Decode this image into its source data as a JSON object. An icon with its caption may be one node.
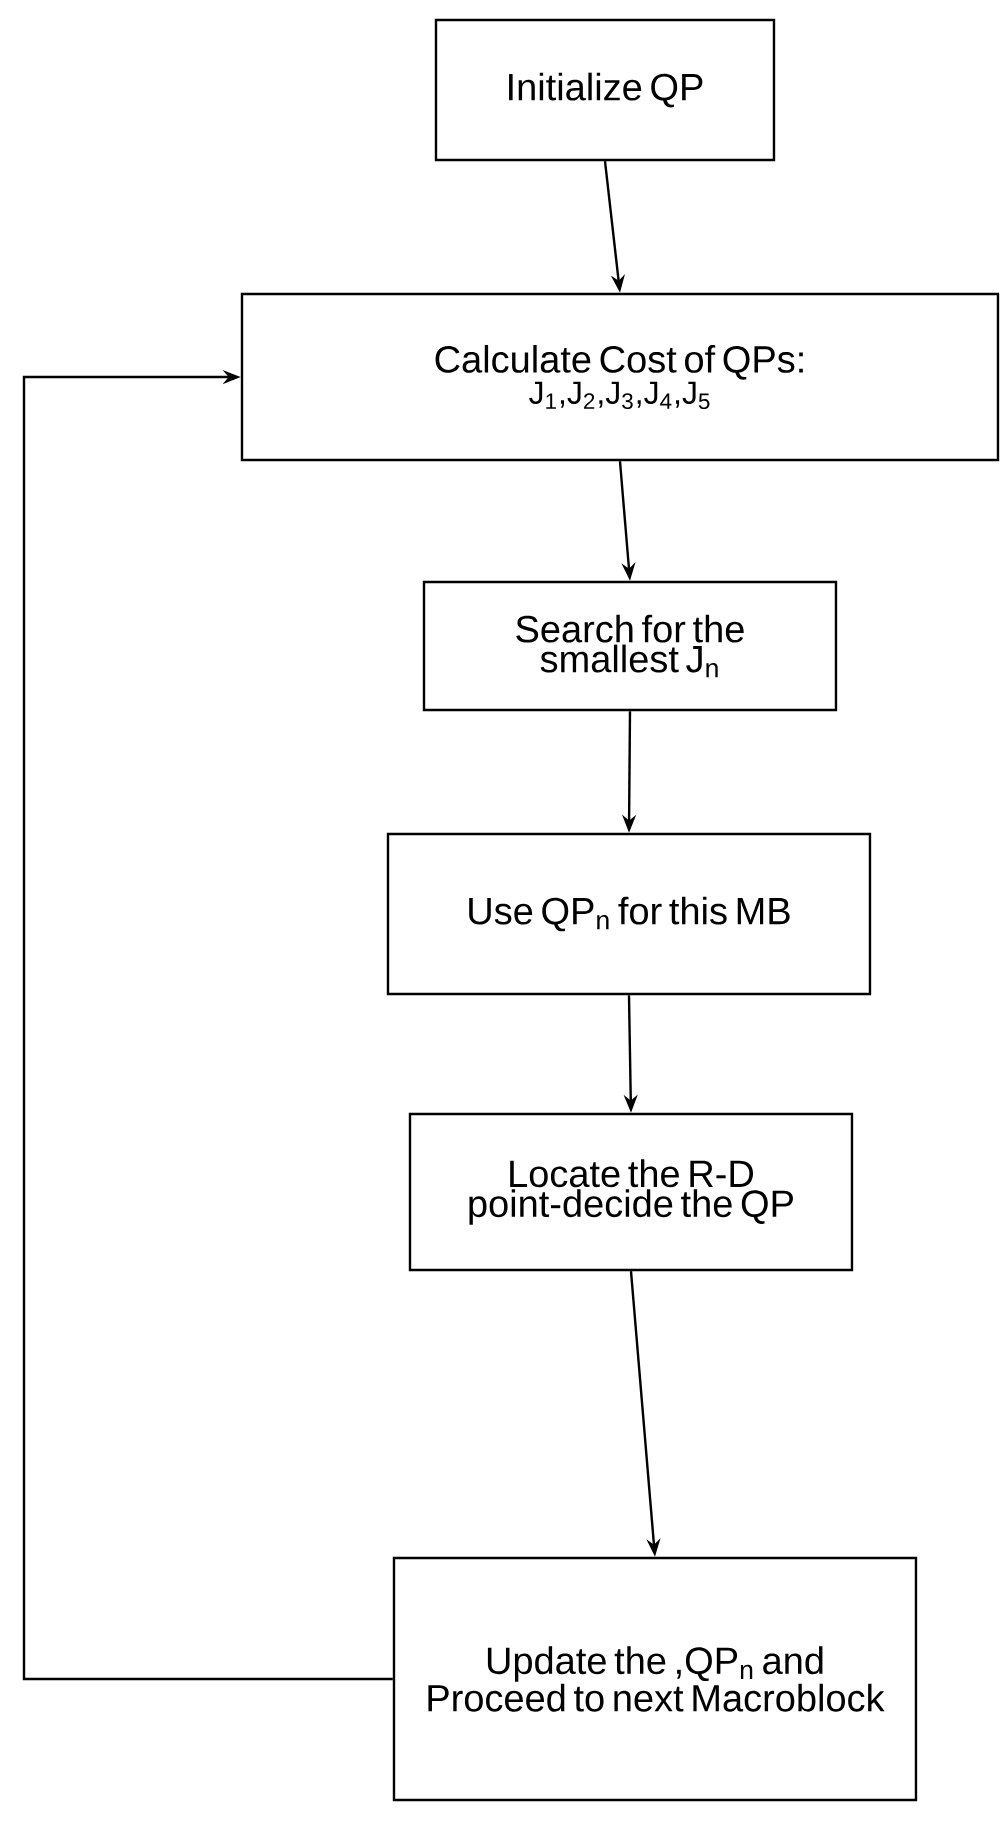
{
  "diagram": {
    "nodes": [
      {
        "text": [
          "Initialize QP"
        ]
      },
      {
        "text": [
          "Calculate Cost of QPs:",
          "J$_{1}$,J$_{2}$,J$_{3}$,J$_{4}$,J$_{5}$"
        ]
      },
      {
        "text": [
          "Search for the smallest J$_{n}$"
        ]
      },
      {
        "text": [
          "Use QP$_{n}$ for this MB"
        ]
      },
      {
        "text": [
          "Locate the R-D point-decide the QP"
        ]
      },
      {
        "text": [
          "Update the ,QP$_{n}$ and Proceed to next Macroblock"
        ]
      }
    ],
    "edges": [
      {
        "from": 0,
        "to": 1,
        "arrow": "to"
      },
      {
        "from": 1,
        "to": 2,
        "arrow": "to"
      },
      {
        "from": 2,
        "to": 3,
        "arrow": "to"
      },
      {
        "from": 3,
        "to": 4,
        "arrow": "to"
      },
      {
        "from": 4,
        "to": 5,
        "arrow": "to"
      },
      {
        "from": 5,
        "to": 1,
        "arrow": "to"
      }
    ]
  }
}
